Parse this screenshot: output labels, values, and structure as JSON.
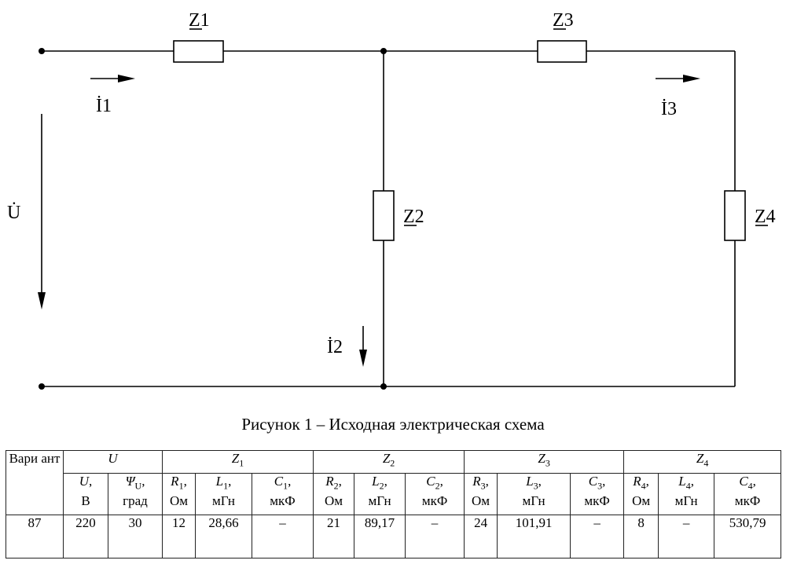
{
  "diagram": {
    "labels": {
      "z1": "Z1",
      "z2": "Z2",
      "z3": "Z3",
      "z4": "Z4",
      "i1": "İ1",
      "i2": "İ2",
      "i3": "İ3",
      "u": "U̇"
    }
  },
  "caption": "Рисунок 1 – Исходная электрическая схема",
  "table": {
    "variant_header": "Вари ант",
    "groups": [
      {
        "sym": "U",
        "sub": ""
      },
      {
        "sym": "Z",
        "sub": "1"
      },
      {
        "sym": "Z",
        "sub": "2"
      },
      {
        "sym": "Z",
        "sub": "3"
      },
      {
        "sym": "Z",
        "sub": "4"
      }
    ],
    "columns": [
      {
        "sym": "U",
        "sub": "",
        "unit": "В"
      },
      {
        "sym": "Ψ",
        "sub": "U",
        "unit": "град"
      },
      {
        "sym": "R",
        "sub": "1",
        "unit": "Ом"
      },
      {
        "sym": "L",
        "sub": "1",
        "unit": "мГн"
      },
      {
        "sym": "C",
        "sub": "1",
        "unit": "мкФ"
      },
      {
        "sym": "R",
        "sub": "2",
        "unit": "Ом"
      },
      {
        "sym": "L",
        "sub": "2",
        "unit": "мГн"
      },
      {
        "sym": "C",
        "sub": "2",
        "unit": "мкФ"
      },
      {
        "sym": "R",
        "sub": "3",
        "unit": "Ом"
      },
      {
        "sym": "L",
        "sub": "3",
        "unit": "мГн"
      },
      {
        "sym": "C",
        "sub": "3",
        "unit": "мкФ"
      },
      {
        "sym": "R",
        "sub": "4",
        "unit": "Ом"
      },
      {
        "sym": "L",
        "sub": "4",
        "unit": "мГн"
      },
      {
        "sym": "C",
        "sub": "4",
        "unit": "мкФ"
      }
    ],
    "row": {
      "variant": "87",
      "values": [
        "220",
        "30",
        "12",
        "28,66",
        "–",
        "21",
        "89,17",
        "–",
        "24",
        "101,91",
        "–",
        "8",
        "–",
        "530,79"
      ]
    }
  }
}
